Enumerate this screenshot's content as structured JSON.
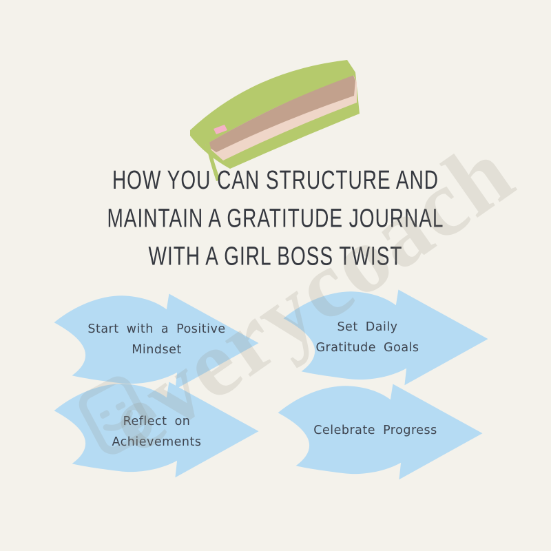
{
  "page": {
    "background_color": "#f4f2eb"
  },
  "illustration": {
    "name": "gratitude-journal-with-ribbon",
    "cover_color": "#b5ca6c",
    "pages_color": "#c2a18d",
    "page_edge_color": "#efd6c8",
    "bookmark_color": "#f4b3c6"
  },
  "title": {
    "lines": [
      "HOW YOU CAN STRUCTURE AND",
      "MAINTAIN A GRATITUDE JOURNAL",
      "WITH A GIRL BOSS TWIST"
    ],
    "full_text": "How You Can Structure And Maintain A Gratitude Journal With A Girl Boss Twist",
    "color": "#35383f"
  },
  "steps": [
    {
      "label": "Start with a Positive Mindset",
      "lines": [
        "Start with a Positive",
        "Mindset"
      ]
    },
    {
      "label": "Set Daily Gratitude Goals",
      "lines": [
        "Set Daily",
        "Gratitude Goals"
      ]
    },
    {
      "label": "Reflect on Achievements",
      "lines": [
        "Reflect on",
        "Achievements"
      ]
    },
    {
      "label": "Celebrate Progress",
      "lines": [
        "Celebrate Progress"
      ]
    }
  ],
  "arrow_style": {
    "fill_color": "#b5dbf3",
    "text_color": "#3d434e",
    "direction": "right"
  },
  "watermark": {
    "text": "everycoach",
    "color": "#8f8a7c"
  }
}
